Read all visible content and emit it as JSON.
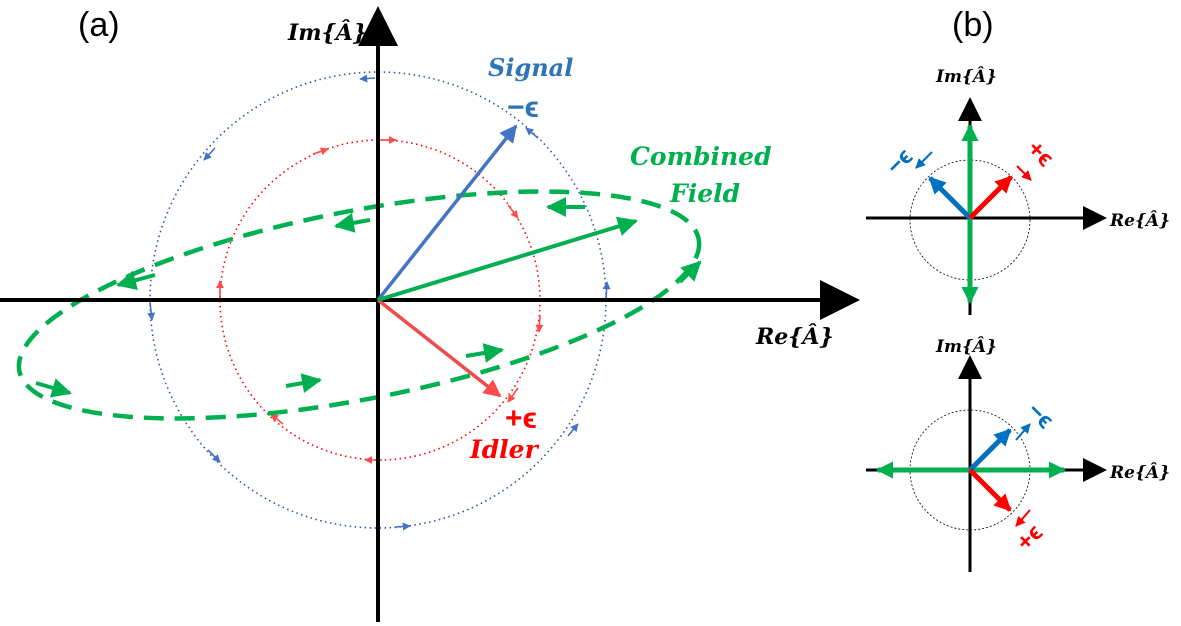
{
  "panel_a": {
    "letter": "(a)",
    "im_axis_label": "Im{Â}",
    "re_axis_label": "Re{Â}",
    "signal_label": "Signal",
    "signal_detuning": "−ϵ",
    "idler_label": "Idler",
    "idler_detuning": "+ϵ",
    "combined_label_line1": "Combined",
    "combined_label_line2": "Field"
  },
  "panel_b": {
    "letter": "(b)",
    "top": {
      "im_axis_label": "Im{Â}",
      "re_axis_label": "Re{Â}",
      "minus_label": "−ϵ",
      "plus_label": "+ϵ"
    },
    "bottom": {
      "im_axis_label": "Im{Â}",
      "re_axis_label": "Re{Â}",
      "minus_label": "−ϵ",
      "plus_label": "+ϵ"
    }
  },
  "colors": {
    "signal": "#4472c4",
    "signal_label": "#2e75b6",
    "idler": "#ff0000",
    "combined": "#00b050",
    "axis": "#000000"
  }
}
